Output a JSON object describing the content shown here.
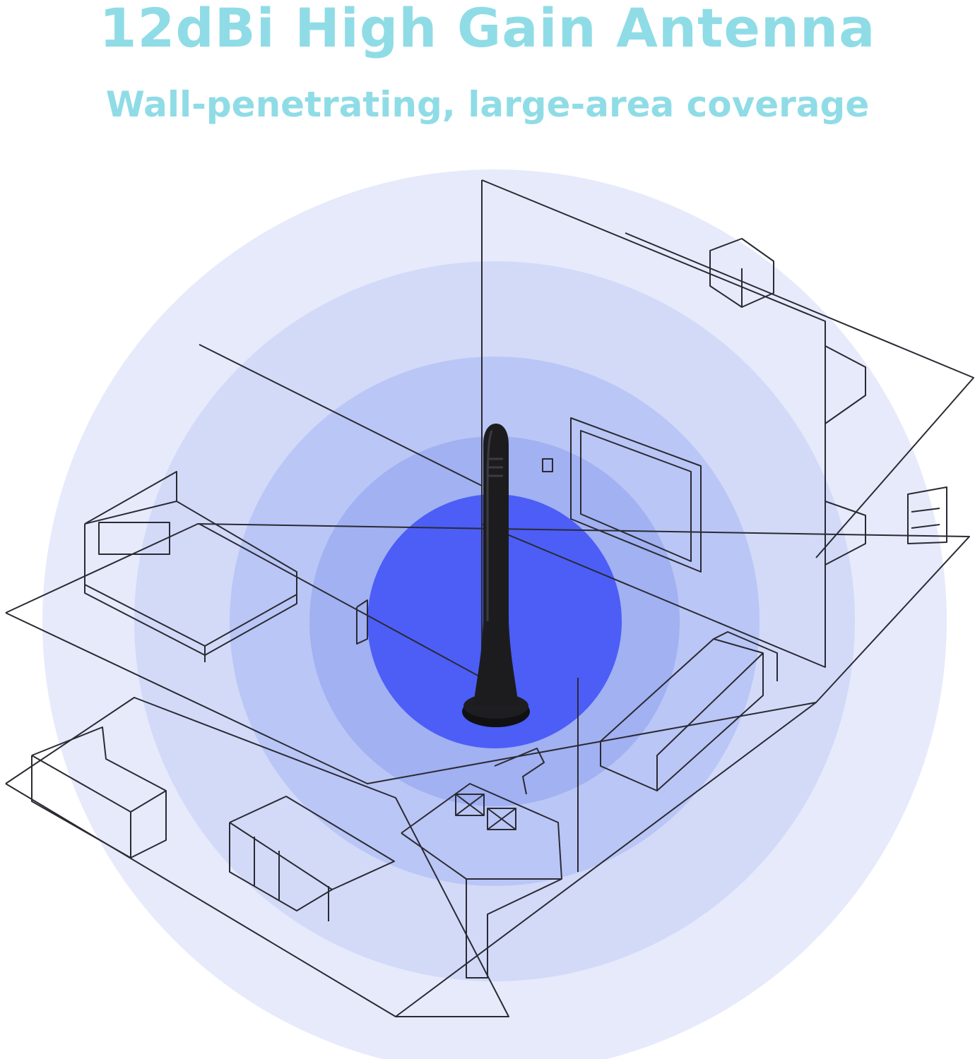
{
  "header": {
    "title": "12dBi High Gain Antenna",
    "subtitle": "Wall-penetrating, large-area coverage"
  },
  "colors": {
    "title": "#8fdce6",
    "ring_outer": "#e4e8fb",
    "ring_2": "#ccd5f7",
    "ring_3": "#aebcf3",
    "ring_4": "#8fa2ef",
    "core": "#4b5cf6",
    "line": "#2a2a33",
    "antenna": "#1c1c1f"
  },
  "icons": {
    "antenna": "antenna-icon",
    "floor_plan": "house-floor-plan"
  }
}
